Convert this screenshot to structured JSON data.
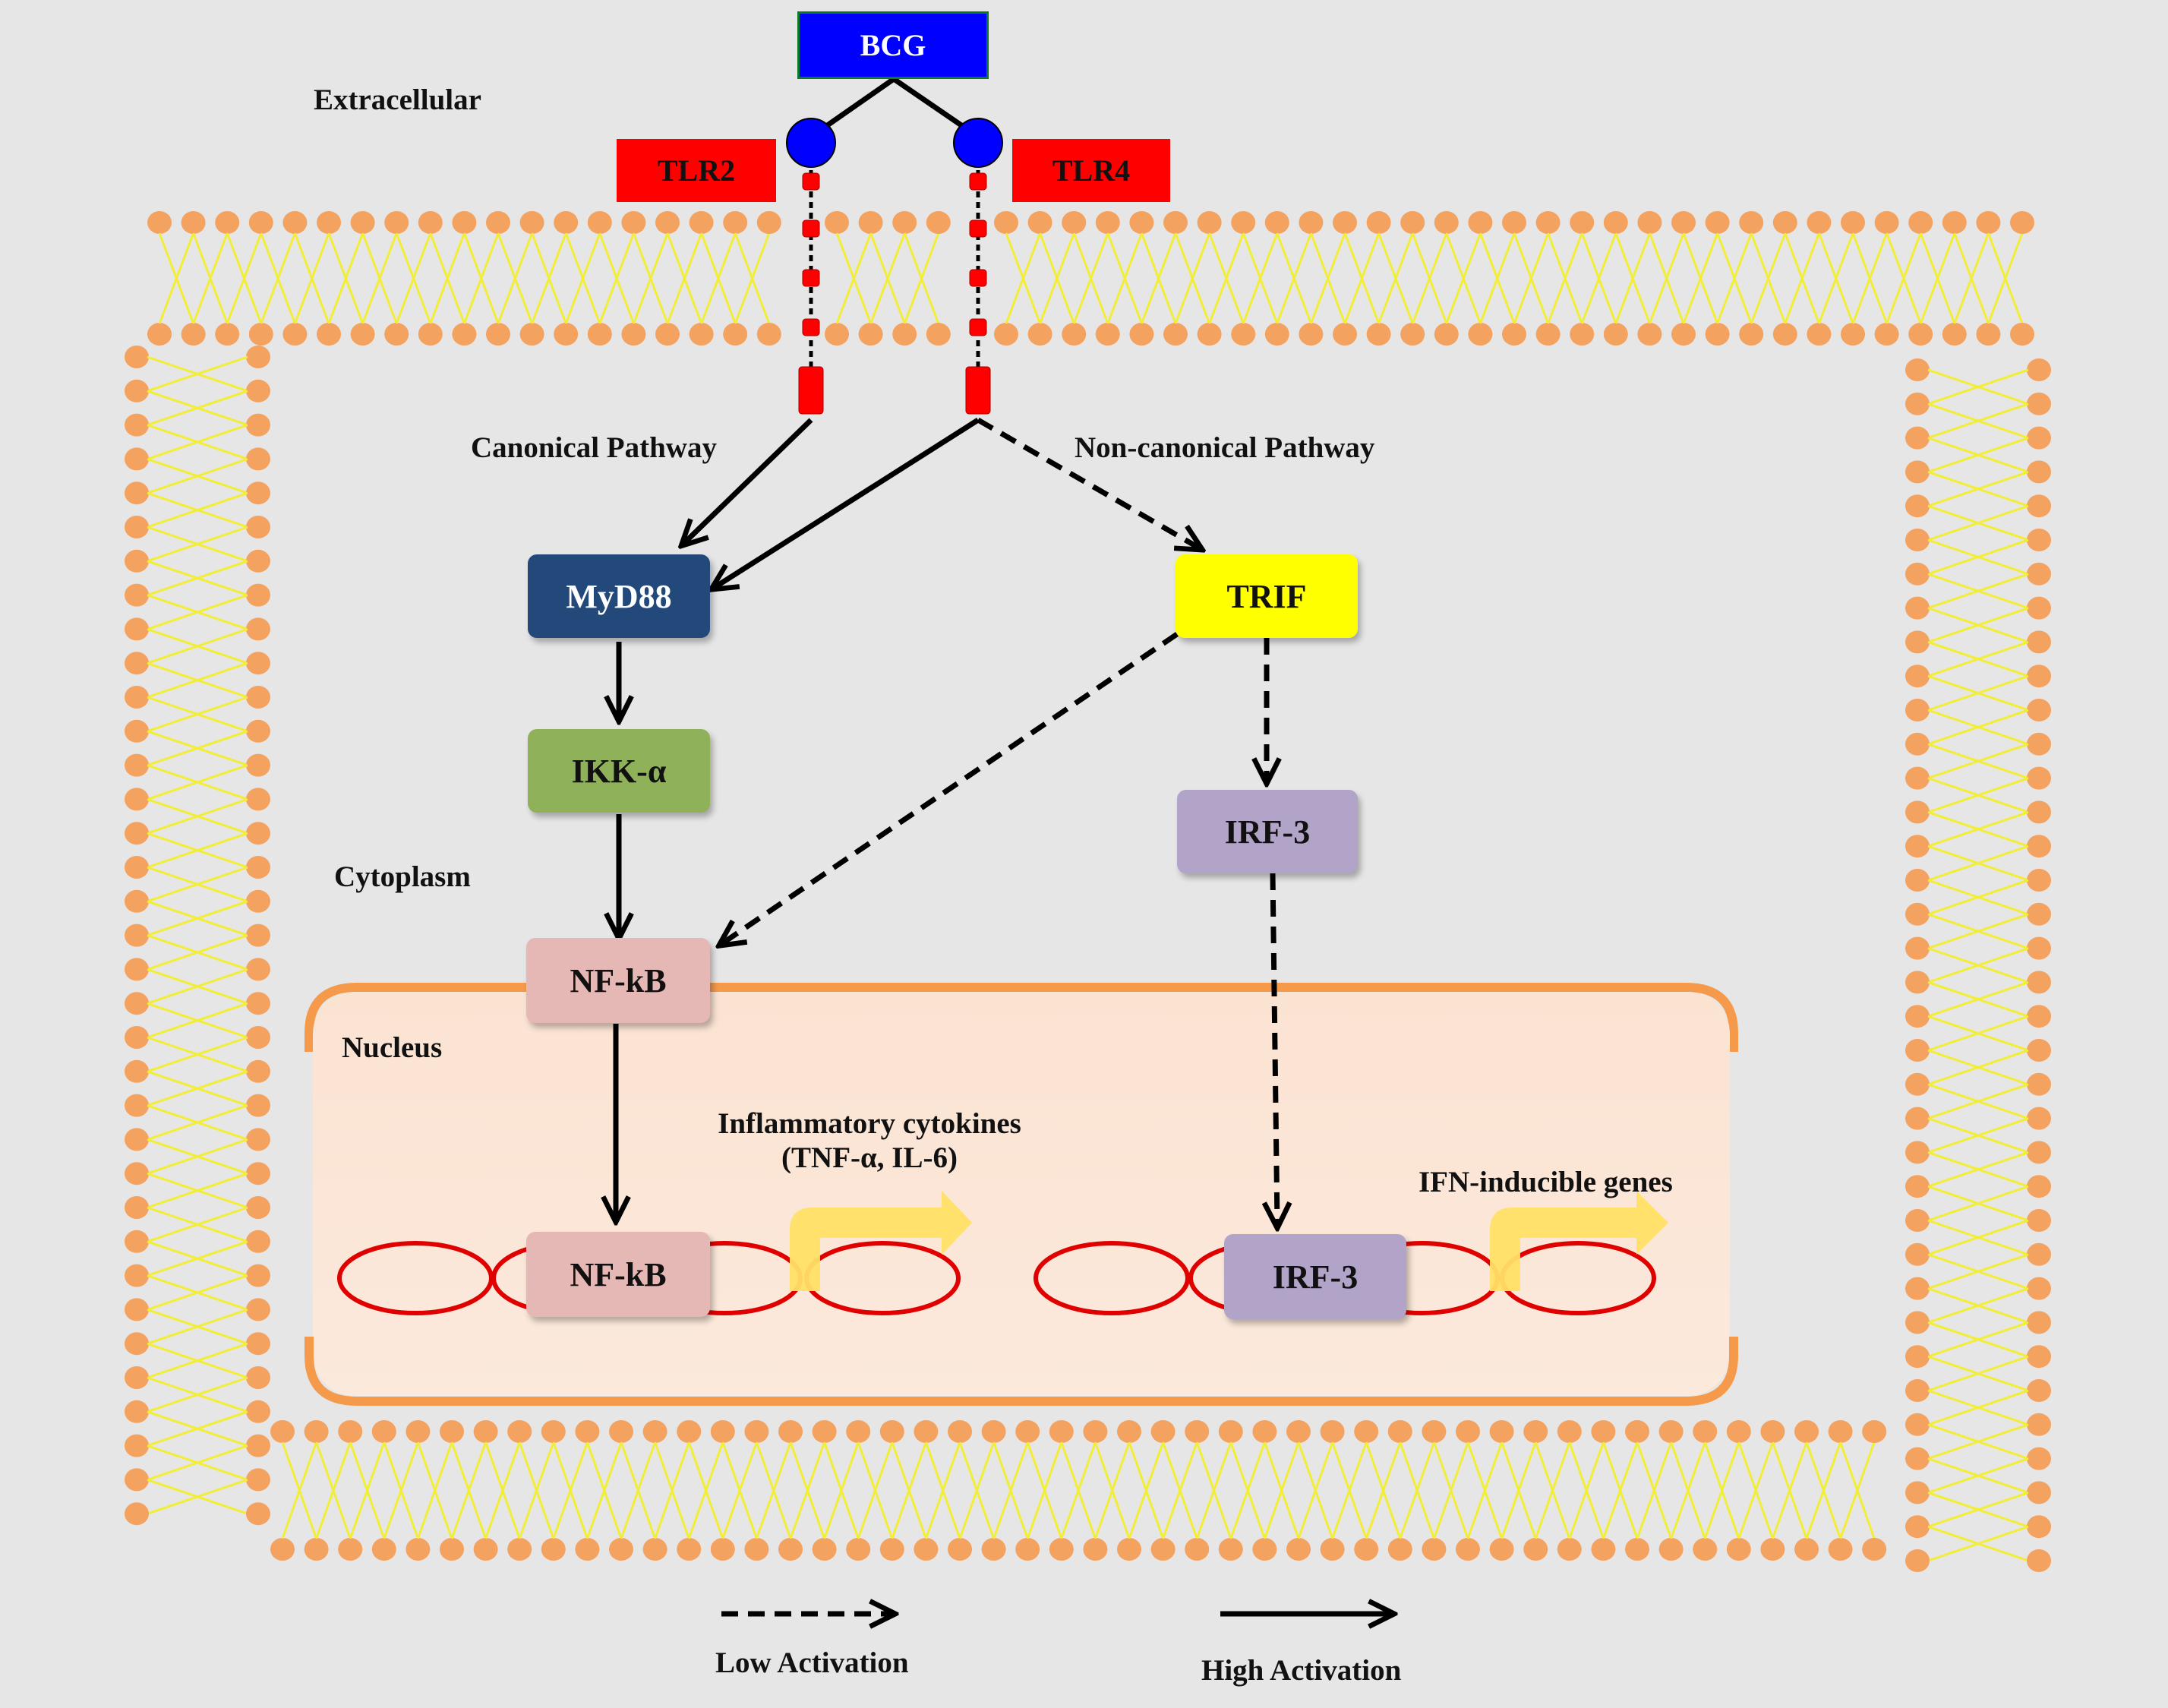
{
  "extracellular": "Extracellular",
  "cytoplasm": "Cytoplasm",
  "nucleus": "Nucleus",
  "bcg": "BCG",
  "tlr2": "TLR2",
  "tlr4": "TLR4",
  "canonical_pathway": "Canonical Pathway",
  "noncanonical_pathway": "Non-canonical Pathway",
  "myd88": "MyD88",
  "trif": "TRIF",
  "ikk": "IKK-α",
  "irf3_cyto": "IRF-3",
  "nfkb_cyto": "NF-kB",
  "nfkb_nuc": "NF-kB",
  "irf3_nuc": "IRF-3",
  "inflammatory_line1": "Inflammatory cytokines",
  "inflammatory_line2": "(TNF-α, IL-6)",
  "ifn_genes": "IFN-inducible genes",
  "legend": {
    "low": "Low Activation",
    "high": "High Activation"
  },
  "colors": {
    "background": "#e6e6e6",
    "lipid_head": "#f4a260",
    "lipid_tail": "#f2ee36",
    "bcg_fill": "#0000ff",
    "tlr_fill": "#ff0000",
    "receptor_head": "#0000ff",
    "myd88": "#22497a",
    "trif": "#ffff00",
    "ikk": "#8fb15a",
    "irf3": "#b2a3c9",
    "nfkb": "#e6b8b5",
    "nucleus_fill": "#fbe6d7",
    "nucleus_border": "#f59a4b",
    "dna": "#e00000",
    "gene_arrow": "#ffe066"
  }
}
